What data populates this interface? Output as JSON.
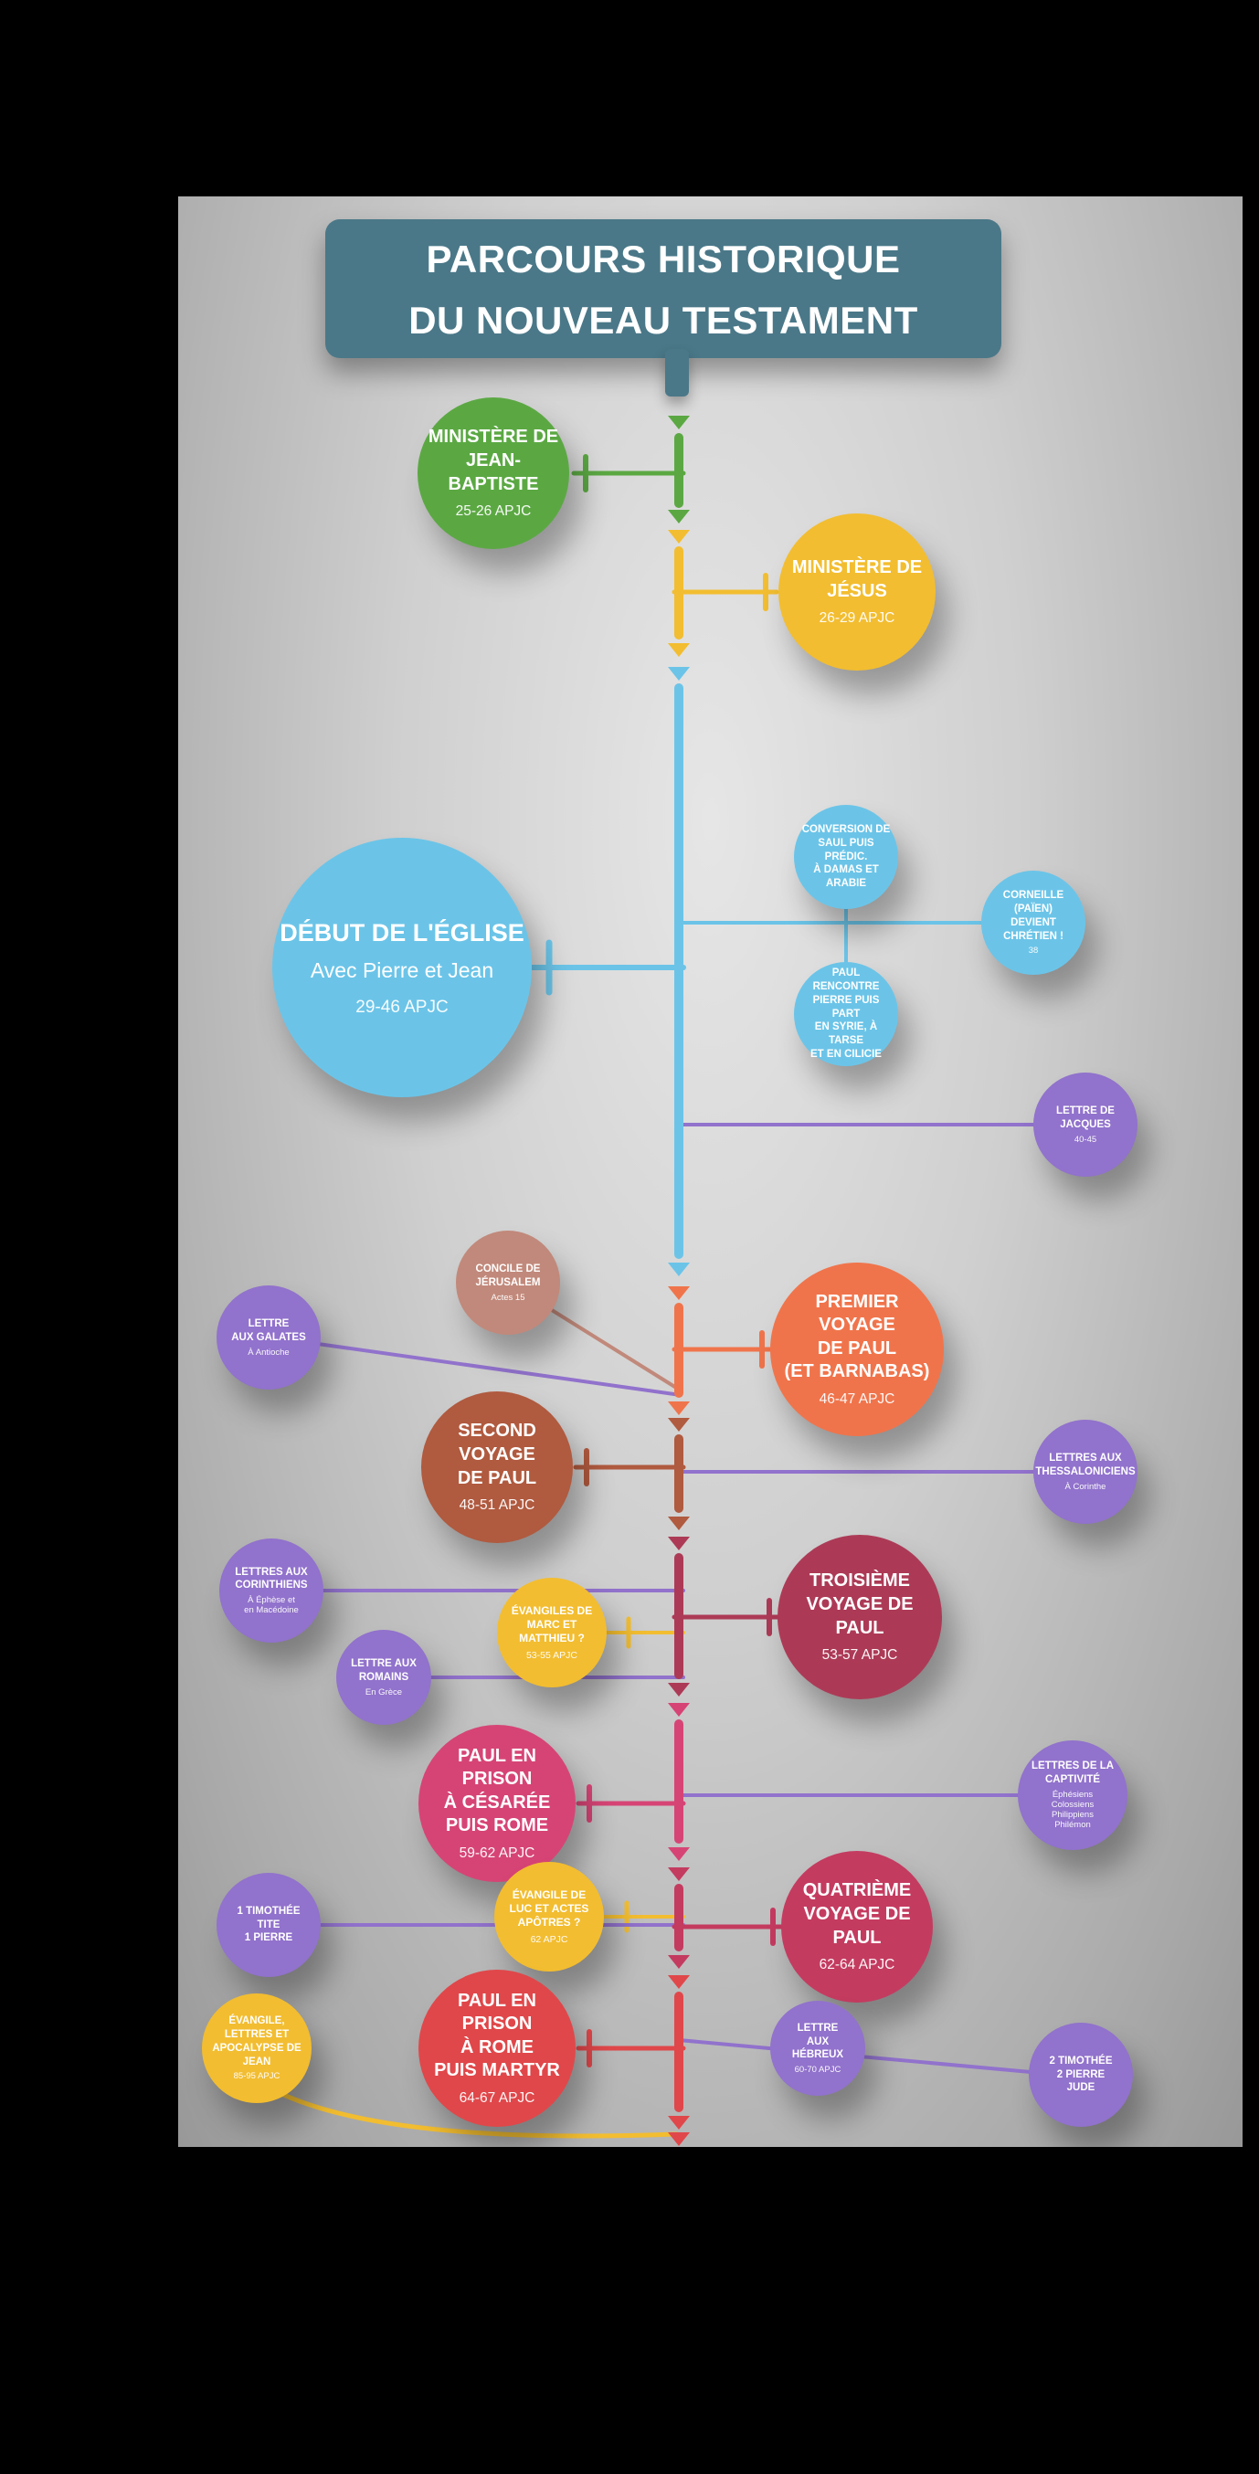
{
  "title": {
    "line1": "PARCOURS HISTORIQUE",
    "line2": "DU NOUVEAU TESTAMENT"
  },
  "palette": {
    "title_bg": "#4a7888",
    "green": "#5ba843",
    "yellow": "#f2bd30",
    "blue": "#6bc4e8",
    "purple": "#9172cc",
    "rosybrown": "#c1897b",
    "orange": "#f0744b",
    "sienna": "#b05a3f",
    "dark_crimson": "#ac3a56",
    "pink": "#d64475",
    "crimson": "#c43b60",
    "red": "#e0474a"
  },
  "bubbles": {
    "jean_baptiste": {
      "lines": [
        "MINISTÈRE DE",
        "JEAN-BAPTISTE"
      ],
      "sub": [
        "25-26 APJC"
      ]
    },
    "jesus": {
      "lines": [
        "MINISTÈRE DE",
        "JÉSUS"
      ],
      "sub": [
        "26-29 APJC"
      ]
    },
    "eglise": {
      "lines": [
        "DÉBUT DE L'ÉGLISE"
      ],
      "normal": [
        "Avec Pierre et Jean"
      ],
      "sub": [
        "29-46 APJC"
      ]
    },
    "conversion": {
      "lines": [
        "CONVERSION DE",
        "SAUL PUIS PRÉDIC.",
        "À DAMAS ET ARABIE"
      ],
      "sub": []
    },
    "corneille": {
      "lines": [
        "CORNEILLE (PAÏEN)",
        "DEVIENT CHRÉTIEN !"
      ],
      "sub": [
        "38"
      ]
    },
    "paul_rencontre": {
      "lines": [
        "PAUL RENCONTRE",
        "PIERRE PUIS PART",
        "EN SYRIE, À TARSE",
        "ET EN CILICIE"
      ],
      "sub": []
    },
    "jacques": {
      "lines": [
        "LETTRE DE",
        "JACQUES"
      ],
      "sub": [
        "40-45"
      ]
    },
    "concile": {
      "lines": [
        "CONCILE DE",
        "JÉRUSALEM"
      ],
      "sub": [
        "Actes 15"
      ]
    },
    "galates": {
      "lines": [
        "LETTRE",
        "AUX GALATES"
      ],
      "sub": [
        "À Antioche"
      ]
    },
    "premier": {
      "lines": [
        "PREMIER VOYAGE",
        "DE PAUL",
        "(ET BARNABAS)"
      ],
      "sub": [
        "46-47 APJC"
      ]
    },
    "second": {
      "lines": [
        "SECOND VOYAGE",
        "DE PAUL"
      ],
      "sub": [
        "48-51 APJC"
      ]
    },
    "thessaloniciens": {
      "lines": [
        "LETTRES AUX",
        "THESSALONICIENS"
      ],
      "sub": [
        "À Corinthe"
      ]
    },
    "corinthiens": {
      "lines": [
        "LETTRES AUX",
        "CORINTHIENS"
      ],
      "sub": [
        "À Éphèse et",
        "en Macédoine"
      ]
    },
    "marc": {
      "lines": [
        "ÉVANGILES DE",
        "MARC ET",
        "MATTHIEU ?"
      ],
      "sub": [
        "53-55 APJC"
      ]
    },
    "romains": {
      "lines": [
        "LETTRE AUX",
        "ROMAINS"
      ],
      "sub": [
        "En Grèce"
      ]
    },
    "troisieme": {
      "lines": [
        "TROISIÈME",
        "VOYAGE DE PAUL"
      ],
      "sub": [
        "53-57 APJC"
      ]
    },
    "cesaree": {
      "lines": [
        "PAUL EN PRISON",
        "À CÉSARÉE",
        "PUIS ROME"
      ],
      "sub": [
        "59-62 APJC"
      ]
    },
    "captivite": {
      "lines": [
        "LETTRES DE LA",
        "CAPTIVITÉ"
      ],
      "sub": [
        "Éphésiens",
        "Colossiens",
        "Philippiens",
        "Philémon"
      ]
    },
    "luc": {
      "lines": [
        "ÉVANGILE DE",
        "LUC ET ACTES",
        "APÔTRES ?"
      ],
      "sub": [
        "62 APJC"
      ]
    },
    "timothee": {
      "lines": [
        "1 TIMOTHÉE",
        "TITE",
        "1 PIERRE"
      ],
      "sub": []
    },
    "quatrieme": {
      "lines": [
        "QUATRIÈME",
        "VOYAGE DE PAUL"
      ],
      "sub": [
        "62-64 APJC"
      ]
    },
    "jean": {
      "lines": [
        "ÉVANGILE,",
        "LETTRES ET",
        "APOCALYPSE DE",
        "JEAN"
      ],
      "sub": [
        "85-95 APJC"
      ]
    },
    "rome": {
      "lines": [
        "PAUL EN PRISON",
        "À ROME",
        "PUIS MARTYR"
      ],
      "sub": [
        "64-67 APJC"
      ]
    },
    "hebreux": {
      "lines": [
        "LETTRE",
        "AUX",
        "HÉBREUX"
      ],
      "sub": [
        "60-70 APJC"
      ]
    },
    "deux_timothee": {
      "lines": [
        "2 TIMOTHÉE",
        "2 PIERRE",
        "JUDE"
      ],
      "sub": []
    }
  }
}
